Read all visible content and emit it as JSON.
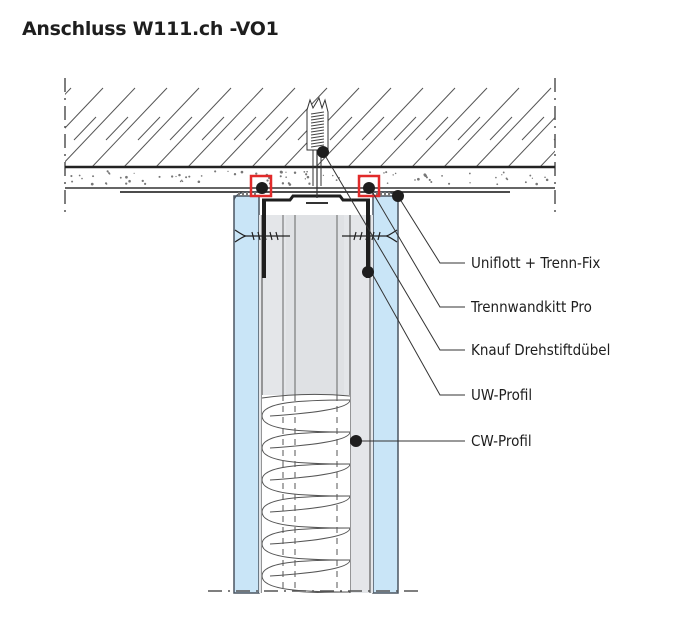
{
  "title": "Anschluss W111.ch -VO1",
  "labels": [
    {
      "text": "Uniflott + Trenn-Fix"
    },
    {
      "text": "Trennwandkitt Pro"
    },
    {
      "text": "Knauf Drehstiftdübel"
    },
    {
      "text": "UW-Profil"
    },
    {
      "text": "CW-Profil"
    }
  ],
  "colors": {
    "board": "#c9e5f7",
    "core": "#e4e6e9",
    "highlight": "#e12a2a",
    "line": "#2a2a2a"
  },
  "icons": {
    "marker": "filled-circle-marker",
    "highlight": "red-square-highlight"
  }
}
